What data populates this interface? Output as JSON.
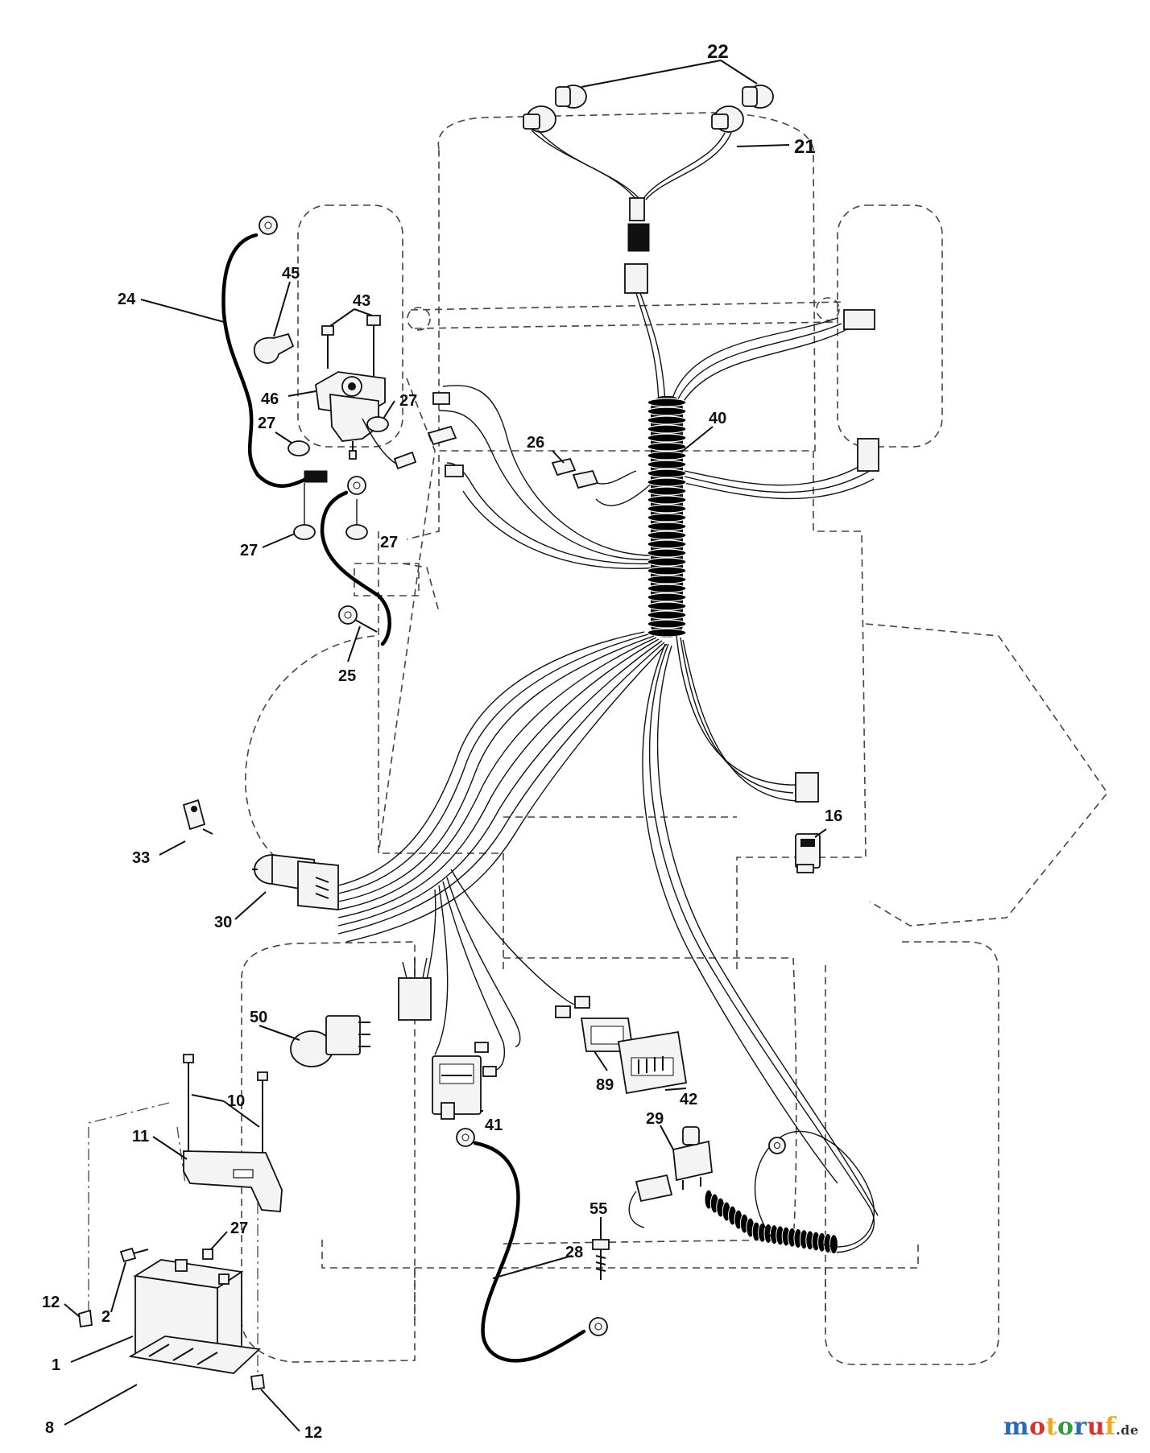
{
  "diagram": {
    "callouts": [
      {
        "id": "c1",
        "label": "1"
      },
      {
        "id": "c2",
        "label": "2"
      },
      {
        "id": "c8",
        "label": "8"
      },
      {
        "id": "c10",
        "label": "10"
      },
      {
        "id": "c11",
        "label": "11"
      },
      {
        "id": "c12a",
        "label": "12"
      },
      {
        "id": "c12b",
        "label": "12"
      },
      {
        "id": "c16",
        "label": "16"
      },
      {
        "id": "c21",
        "label": "21"
      },
      {
        "id": "c22",
        "label": "22"
      },
      {
        "id": "c24",
        "label": "24"
      },
      {
        "id": "c25",
        "label": "25"
      },
      {
        "id": "c26",
        "label": "26"
      },
      {
        "id": "c27a",
        "label": "27"
      },
      {
        "id": "c27b",
        "label": "27"
      },
      {
        "id": "c27c",
        "label": "27"
      },
      {
        "id": "c27d",
        "label": "27"
      },
      {
        "id": "c27e",
        "label": "27"
      },
      {
        "id": "c28",
        "label": "28"
      },
      {
        "id": "c29",
        "label": "29"
      },
      {
        "id": "c30",
        "label": "30"
      },
      {
        "id": "c33",
        "label": "33"
      },
      {
        "id": "c40",
        "label": "40"
      },
      {
        "id": "c41",
        "label": "41"
      },
      {
        "id": "c42",
        "label": "42"
      },
      {
        "id": "c43",
        "label": "43"
      },
      {
        "id": "c45",
        "label": "45"
      },
      {
        "id": "c46",
        "label": "46"
      },
      {
        "id": "c50",
        "label": "50"
      },
      {
        "id": "c55",
        "label": "55"
      },
      {
        "id": "c89",
        "label": "89"
      }
    ]
  },
  "watermark": {
    "brand_letters": [
      "m",
      "o",
      "t",
      "o",
      "r",
      "u",
      "f"
    ],
    "brand_colors": [
      "#2a6db5",
      "#d6322d",
      "#f0a91a",
      "#2f9a3e",
      "#2a6db5",
      "#d6322d",
      "#f0a91a"
    ],
    "tld": ".de"
  }
}
